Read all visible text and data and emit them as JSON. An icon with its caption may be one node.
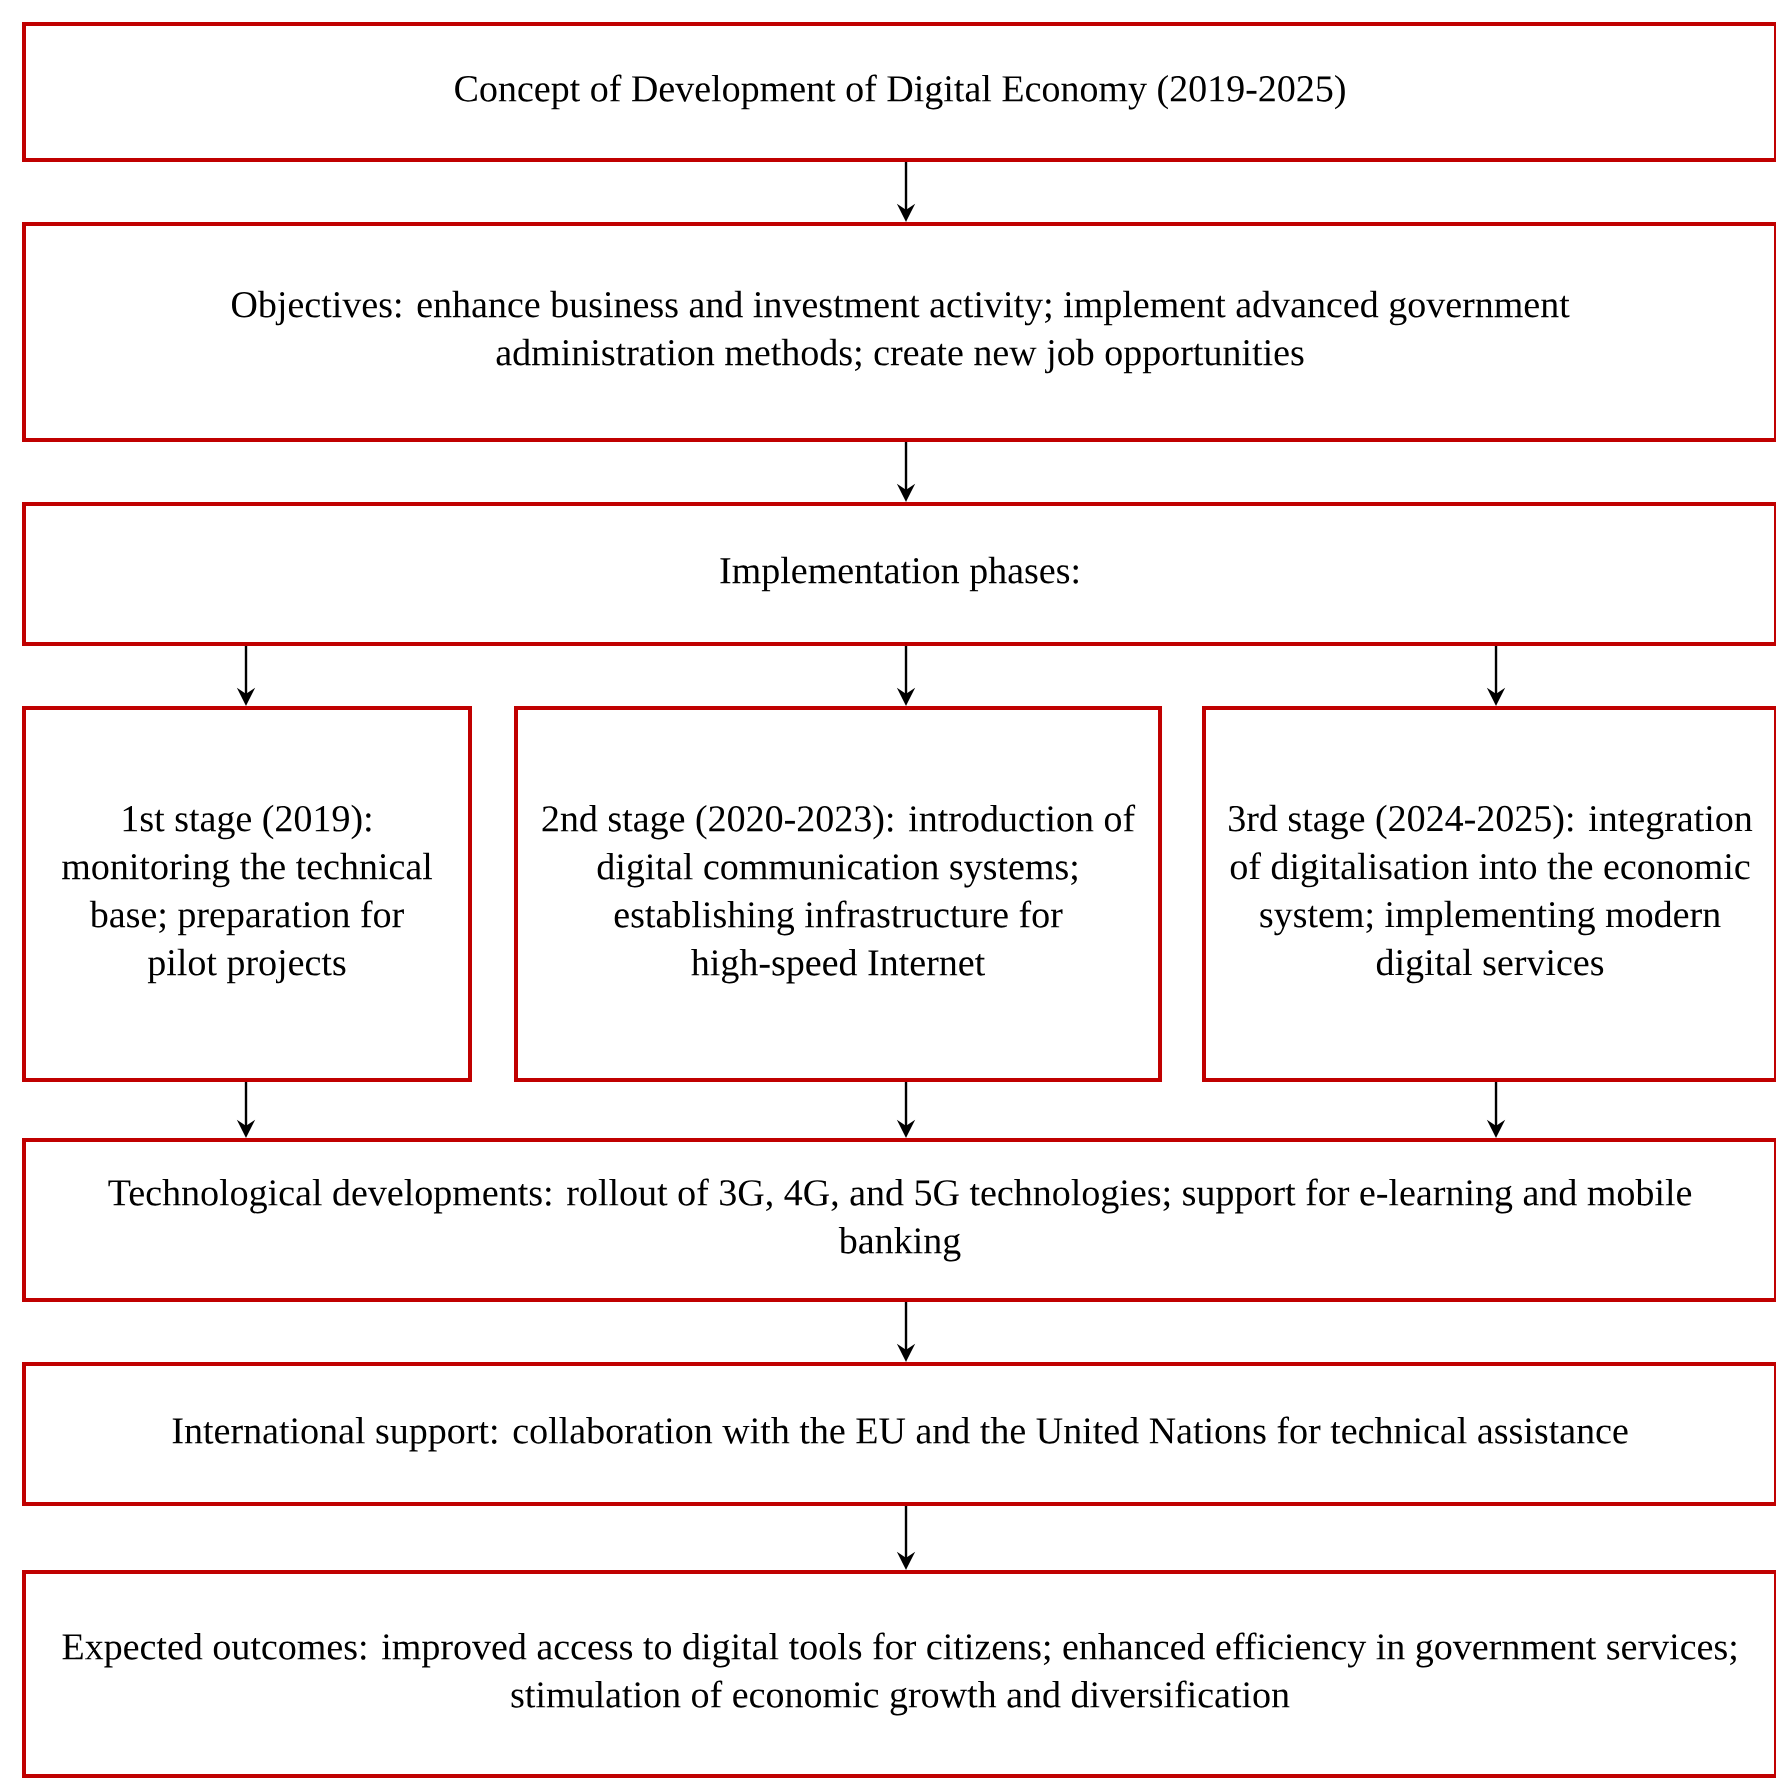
{
  "diagram": {
    "nodes": [
      {
        "text": [
          "Concept of Development of Digital Economy (2019-2025)"
        ]
      },
      {
        "text": [
          "Objectives: enhance business and investment activity; implement advanced government administration methods; create new job opportunities"
        ]
      },
      {
        "text": [
          "Implementation phases:"
        ]
      },
      {
        "text": [
          "1st stage (2019): monitoring the technical base; preparation for pilot projects"
        ]
      },
      {
        "text": [
          "2nd stage (2020-2023): introduction of digital communication systems; establishing infrastructure for high-speed Internet"
        ]
      },
      {
        "text": [
          "3rd stage (2024-2025): integration of digitalisation into the economic system; implementing modern digital services"
        ]
      },
      {
        "text": [
          "Technological developments: rollout of 3G, 4G, and 5G technologies; support for e-learning and mobile banking"
        ]
      },
      {
        "text": [
          "International support: collaboration with the EU and the United Nations for technical assistance"
        ]
      },
      {
        "text": [
          "Expected outcomes: improved access to digital tools for citizens; enhanced efficiency in government services; stimulation of economic growth and diversification"
        ]
      }
    ],
    "edges": [
      {
        "from": 0,
        "to": 1,
        "arrow": "to"
      },
      {
        "from": 1,
        "to": 2,
        "arrow": "to"
      },
      {
        "from": 2,
        "to": 3,
        "arrow": "to"
      },
      {
        "from": 2,
        "to": 4,
        "arrow": "to"
      },
      {
        "from": 2,
        "to": 5,
        "arrow": "to"
      },
      {
        "from": 3,
        "to": 6,
        "arrow": "to"
      },
      {
        "from": 4,
        "to": 6,
        "arrow": "to"
      },
      {
        "from": 5,
        "to": 6,
        "arrow": "to"
      },
      {
        "from": 6,
        "to": 7,
        "arrow": "to"
      },
      {
        "from": 7,
        "to": 8,
        "arrow": "to"
      }
    ]
  }
}
